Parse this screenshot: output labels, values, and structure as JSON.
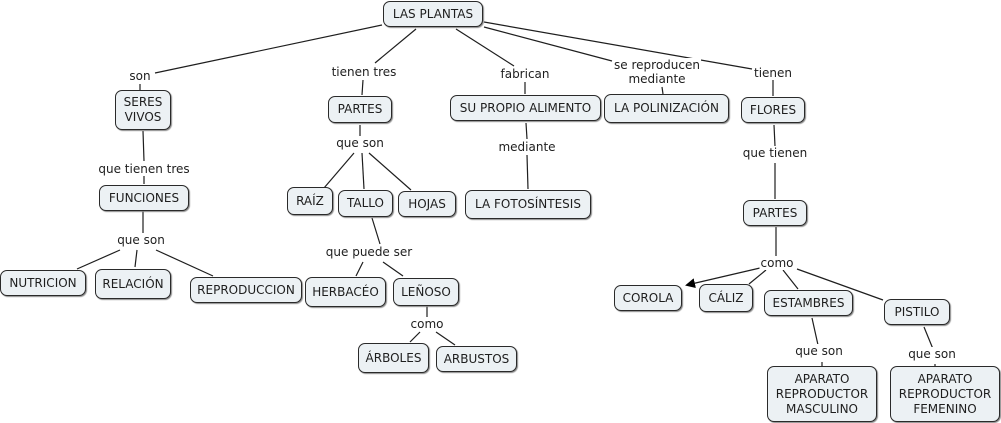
{
  "title": "LAS PLANTAS",
  "concepts": {
    "root": "LAS PLANTAS",
    "seres_vivos": "SERES\nVIVOS",
    "funciones": "FUNCIONES",
    "nutricion": "NUTRICION",
    "relacion": "RELACIÓN",
    "reproduccion": "REPRODUCCION",
    "partes_planta": "PARTES",
    "raiz": "RAÍZ",
    "tallo": "TALLO",
    "hojas": "HOJAS",
    "herbaceo": "HERBACÉO",
    "lenoso": "LEÑOSO",
    "arboles": "ÁRBOLES",
    "arbustos": "ARBUSTOS",
    "alimento": "SU PROPIO ALIMENTO",
    "fotosintesis": "LA FOTOSÍNTESIS",
    "polinizacion": "LA POLINIZACIÓN",
    "flores": "FLORES",
    "partes_flor": "PARTES",
    "corola": "COROLA",
    "caliz": "CÁLIZ",
    "estambres": "ESTAMBRES",
    "pistilo": "PISTILO",
    "masculino": "APARATO\nREPRODUCTOR\nMASCULINO",
    "femenino": "APARATO\nREPRODUCTOR\nFEMENINO"
  },
  "links": {
    "son": "son",
    "que_tienen_tres": "que tienen tres",
    "que_son_funciones": "que son",
    "tienen_tres": "tienen tres",
    "que_son_partes": "que son",
    "que_puede_ser": "que puede ser",
    "como_lenoso": "como",
    "fabrican": "fabrican",
    "mediante": "mediante",
    "se_reproducen": "se reproducen\nmediante",
    "tienen": "tienen",
    "que_tienen": "que tienen",
    "como_flor": "como",
    "que_son_estambres": "que son",
    "que_son_pistilo": "que son"
  },
  "colors": {
    "node_fill": "#ecf1f4",
    "node_border": "#2a2a2a",
    "line": "#1e1e1e"
  }
}
